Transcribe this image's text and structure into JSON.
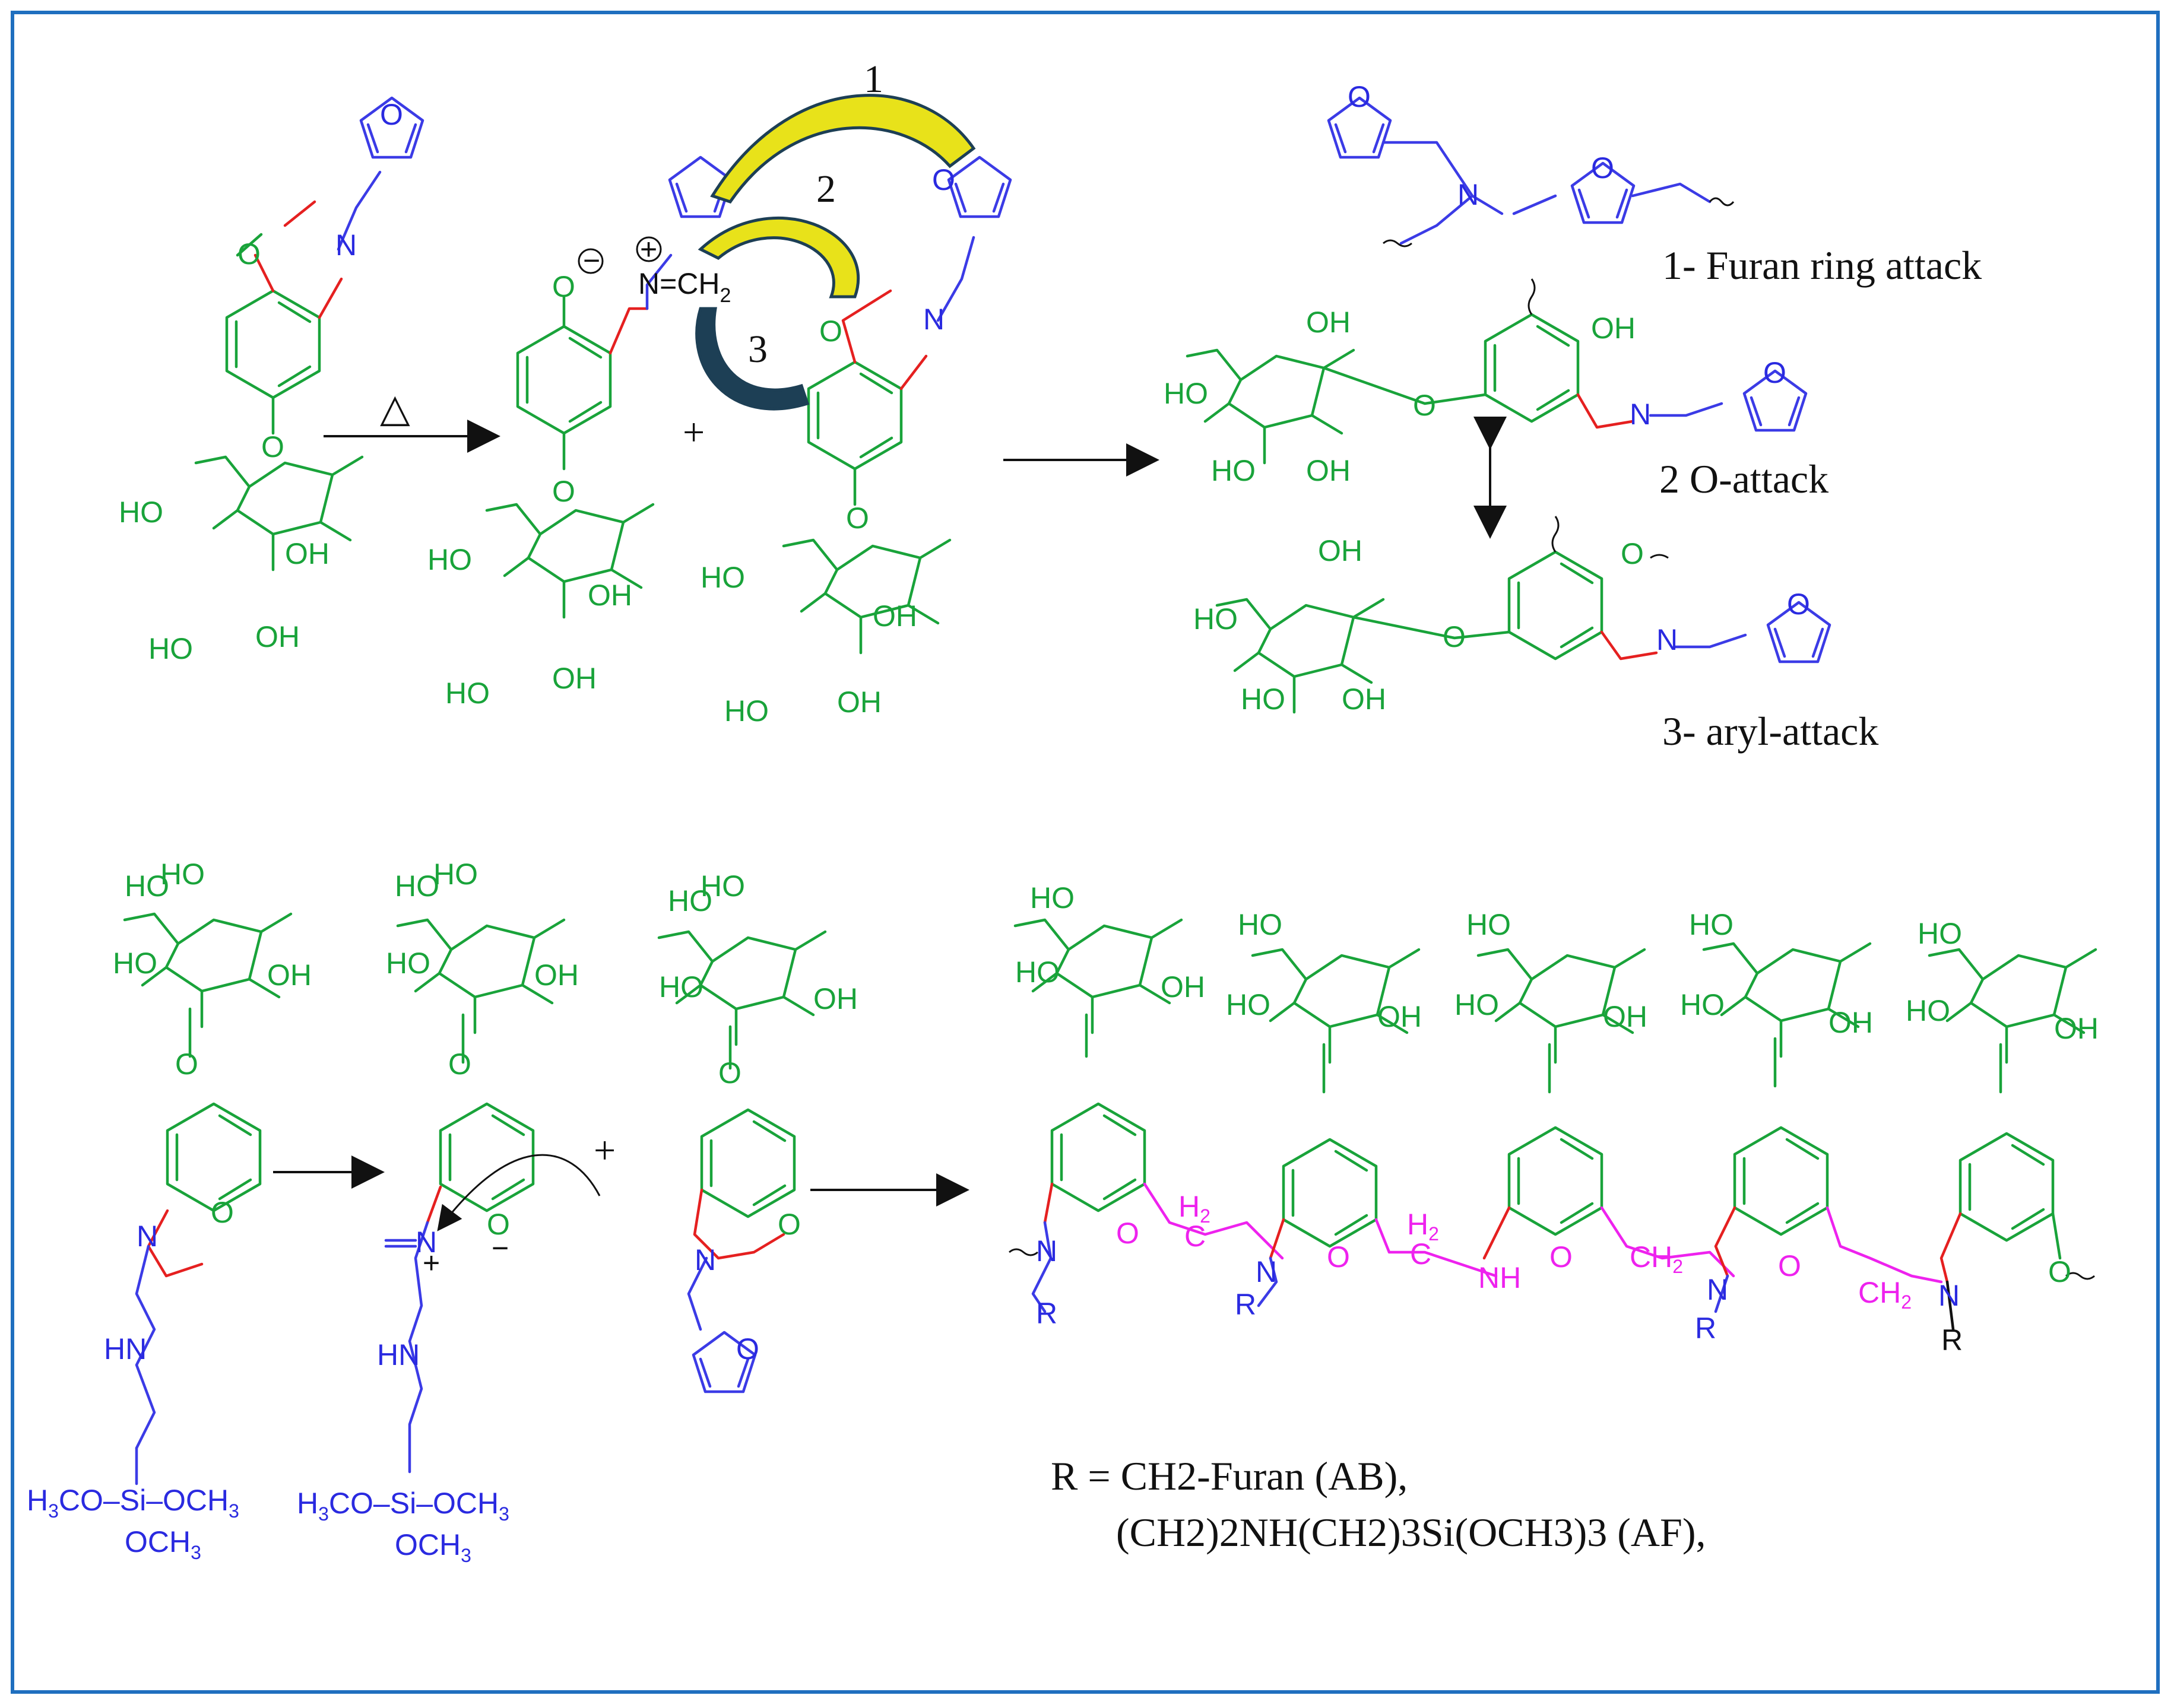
{
  "colors": {
    "frame": "#1f6fbf",
    "sugar_aryl": "#19a33a",
    "amine_furan": "#2a2ae0",
    "oxazine_ch2": "#e52020",
    "methylene_bridge": "#ee22ee",
    "attack_arrow_fill": "#e8e21a",
    "attack_arrow_outline": "#1d3f55"
  },
  "top": {
    "heat_symbol": "△",
    "plus": "+",
    "arrow_numbers": [
      "1",
      "2",
      "3"
    ],
    "anion_O": "O",
    "charge_minus": "−",
    "charge_plus": "+",
    "iminium": "N=CH",
    "iminium_sub": "2",
    "atoms": {
      "O": "O",
      "N": "N",
      "HO": "HO",
      "OH": "OH"
    },
    "products": [
      {
        "label": "1- Furan ring attack"
      },
      {
        "label": "2 O-attack"
      },
      {
        "label": "3- aryl-attack"
      }
    ]
  },
  "bottom": {
    "plus": "+",
    "atoms": {
      "HN": "HN",
      "NH": "NH",
      "R": "R",
      "H2": "H",
      "H2_sub": "2",
      "CH2": "CH"
    },
    "silane_left": {
      "h3co": "H",
      "h3co_sub": "3",
      "co": "CO",
      "si": "Si",
      "och3": "OCH",
      "och3_sub": "3"
    },
    "caption": {
      "line1": "R = CH2-Furan (AB),",
      "line2": "(CH2)2NH(CH2)3Si(OCH3)3 (AF),"
    }
  }
}
